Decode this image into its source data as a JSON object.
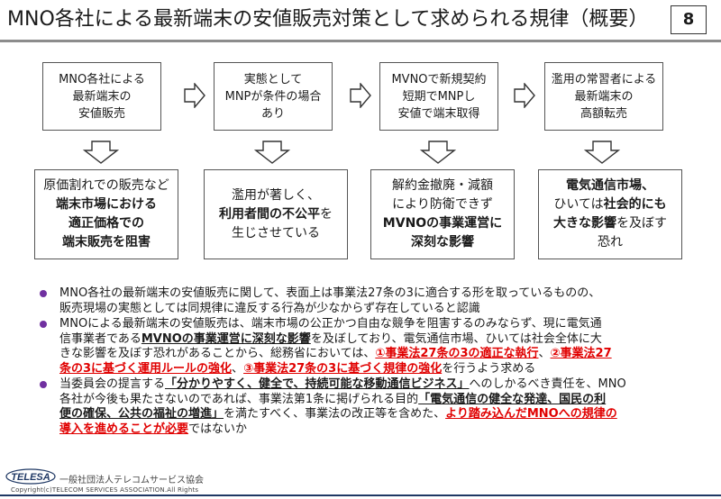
{
  "title": "MNO各社による最新端末の安値販売対策として求められる規律（概要）",
  "page_number": "8",
  "flow": {
    "steps": [
      [
        "MNO各社による",
        "最新端末の",
        "安値販売"
      ],
      [
        "実態として",
        "MNPが条件の場合",
        "あり"
      ],
      [
        "MVNOで新規契約",
        "短期でMNPし",
        "安値で端末取得"
      ],
      [
        "濫用の常習者による",
        "最新端末の",
        "高額転売"
      ]
    ],
    "impacts": [
      {
        "l1": "原価割れでの販売など",
        "l2": "端末市場における",
        "l3": "適正価格での",
        "l4": "端末販売を阻害"
      },
      {
        "l1": "濫用が著しく、",
        "l2a": "利用者間の不公平",
        "l2b": "を",
        "l3": "生じさせている"
      },
      {
        "l1": "解約金撤廃・減額",
        "l2": "により防衛できず",
        "l3": "MVNOの事業運営に",
        "l4": "深刻な影響"
      },
      {
        "l1": "電気通信市場、",
        "l2a": "ひいては",
        "l2b": "社会的にも",
        "l3a": "大きな影響",
        "l3b": "を及ぼす",
        "l4": "恐れ"
      }
    ]
  },
  "bullets": {
    "b1": {
      "line1": "MNO各社の最新端末の安値販売に関して、表面上は事業法27条の3に適合する形を取っているものの、",
      "line2": "販売現場の実態としては同規律に違反する行為が少なからず存在していると認識"
    },
    "b2": {
      "line1": "MNOによる最新端末の安値販売は、端末市場の公正かつ自由な競争を阻害するのみならず、現に電気通",
      "line2a": "信事業者である",
      "line2b": "MVNOの事業運営に深刻な影響",
      "line2c": "を及ぼしており、電気通信市場、ひいては社会全体に大",
      "line3a": "きな影響を及ぼす恐れがあることから、総務省においては、",
      "line3b": "①事業法27条の3の適正な執行",
      "line3c": "、",
      "line3d": "②事業法27",
      "line4a": "条の3に基づく運用ルールの強化",
      "line4b": "、",
      "line4c": "③事業法27条の3に基づく規律の強化",
      "line4d": "を行うよう求める"
    },
    "b3": {
      "line1a": "当委員会の提言する",
      "line1b": "「分かりやすく、健全で、持続可能な移動通信ビジネス」",
      "line1c": "へのしかるべき責任を、MNO",
      "line2a": "各社が今後も果たさないのであれば、事業法第1条に掲げられる目的",
      "line2b": "「電気通信の健全な発達、国民の利",
      "line3a": "便の確保、公共の福祉の増進」",
      "line3b": "を満たすべく、事業法の改正等を含めた、",
      "line3c": "より踏み込んだMNOへの規律の",
      "line4a": "導入を進めることが必要",
      "line4b": "ではないか"
    }
  },
  "footer": {
    "logo_text": "TELESA",
    "organization": "一般社団法人テレコムサービス協会",
    "copyright": "Copyright(c)TELECOM SERVICES ASSOCIATION.All Rights"
  },
  "colors": {
    "bullet": "#7030a0",
    "emphasis_red": "#e00000",
    "footer_rule": "#1f3864"
  },
  "icons": [
    "arrow-right-icon",
    "arrow-down-icon",
    "bullet-dot-icon",
    "telesa-logo"
  ]
}
